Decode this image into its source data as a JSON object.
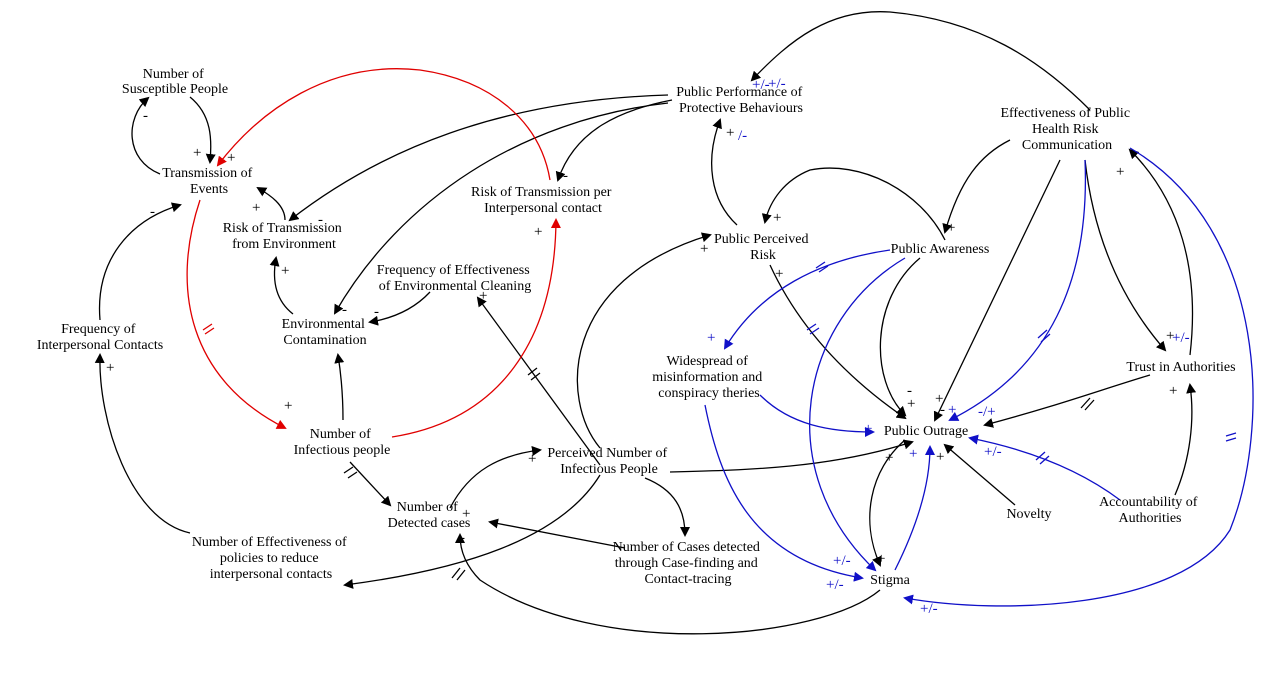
{
  "colors": {
    "black": "#000000",
    "red": "#e00000",
    "blue": "#1010c8"
  },
  "nodes": {
    "susceptible": [
      "Number of",
      "Susceptible People"
    ],
    "transmission_events": [
      "Transmission of",
      "Events"
    ],
    "risk_env": [
      "Risk of Transmission",
      "from Environment"
    ],
    "risk_contact": [
      "Risk of Transmission per",
      "Interpersonal contact"
    ],
    "public_performance": [
      "Public Performance of",
      "Protective Behaviours"
    ],
    "effectiveness_comm": [
      "Effectiveness of Public",
      "Health Risk",
      "Communication"
    ],
    "freq_cleaning": [
      "Frequency of Effectiveness",
      "of Environmental Cleaning"
    ],
    "env_contamination": [
      "Environmental",
      "Contamination"
    ],
    "freq_contacts": [
      "Frequency of",
      "Interpersonal Contacts"
    ],
    "infectious": [
      "Number of",
      "Infectious people"
    ],
    "detected": [
      "Number of",
      "Detected cases"
    ],
    "perceived_infectious": [
      "Perceived Number of",
      "Infectious People"
    ],
    "policies": [
      "Number of Effectiveness of",
      "policies to reduce",
      "interpersonal contacts"
    ],
    "case_finding": [
      "Number of Cases detected",
      "through Case-finding and",
      "Contact-tracing"
    ],
    "perceived_risk": [
      "Public Perceived",
      "Risk"
    ],
    "awareness": [
      "Public Awareness"
    ],
    "misinformation": [
      "Widespread of",
      "misinformation and",
      "conspiracy theries"
    ],
    "outrage": [
      "Public Outrage"
    ],
    "trust": [
      "Trust in Authorities"
    ],
    "accountability": [
      "Accountability of",
      "Authorities"
    ],
    "novelty": [
      "Novelty"
    ],
    "stigma": [
      "Stigma"
    ]
  },
  "polarities": {
    "p1": "-",
    "p2": "+",
    "p3": "+",
    "p4": "-",
    "p5": "+",
    "p6": "-",
    "p7": "+",
    "p8": "-",
    "p9": "+",
    "p10": "+",
    "p11": "-",
    "p12": "-",
    "p13": "+",
    "p14": "+",
    "p15": "+",
    "p16": "+/-",
    "p17": "+",
    "p18": "/-",
    "p19": "+",
    "p20": "+",
    "p21": "+",
    "p22": "+",
    "p23": "+",
    "p24": "-",
    "p25": "+",
    "p26": "-",
    "p27": "+",
    "p28": "+",
    "p29": "-/+",
    "p30": "+",
    "p31": "+/-",
    "p32": "+",
    "p33": "+",
    "p34": "+",
    "p35": "+",
    "p36": "+",
    "p37": "+/-",
    "p38": "+/-",
    "p39": "+/-",
    "p40": "+",
    "p41": "+/-",
    "p42": "-",
    "p43": "+",
    "p44": "+",
    "p45": "+/-"
  }
}
